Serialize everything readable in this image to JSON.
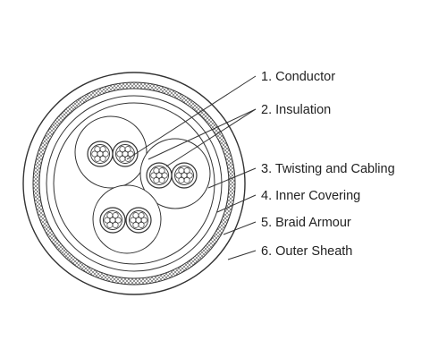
{
  "diagram": {
    "labels": [
      "1. Conductor",
      "2. Insulation",
      "3. Twisting and Cabling",
      "4. Inner Covering",
      "5. Braid Armour",
      "6. Outer Sheath"
    ]
  },
  "colors": {
    "line": "#333333",
    "text": "#222222",
    "background": "#ffffff"
  }
}
